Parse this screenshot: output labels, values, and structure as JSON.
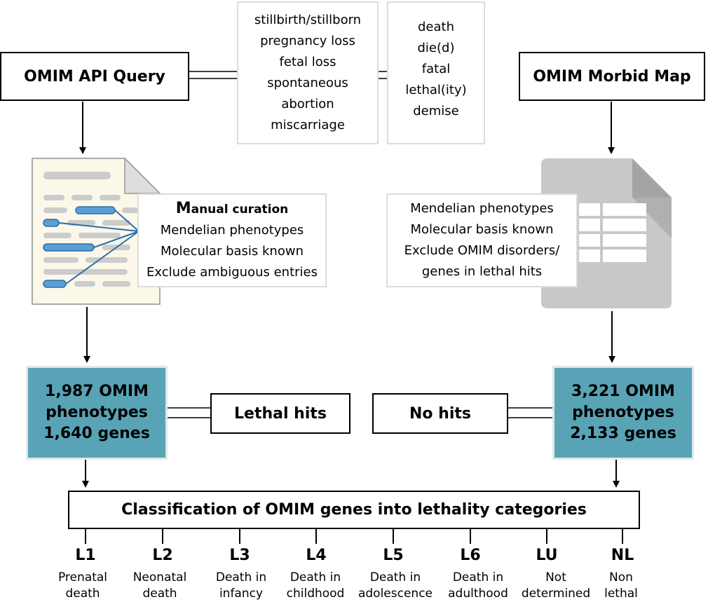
{
  "query_box": {
    "label": "OMIM API Query"
  },
  "morbid_box": {
    "label": "OMIM Morbid Map"
  },
  "keywords_left": [
    "stillbirth/stillborn",
    "pregnancy loss",
    "fetal loss",
    "spontaneous",
    "abortion",
    "miscarriage"
  ],
  "keywords_right": [
    "death",
    "die(d)",
    "fatal",
    "lethal(ity)",
    "demise"
  ],
  "manual_curation": {
    "title_initial": "M",
    "title_rest": "anual curation",
    "lines": [
      "Mendelian phenotypes",
      "Molecular basis known",
      "Exclude ambiguous entries"
    ]
  },
  "morbid_filter": {
    "lines": [
      "Mendelian phenotypes",
      "Molecular basis known",
      "Exclude OMIM disorders/",
      "genes in lethal hits"
    ]
  },
  "left_result": {
    "lines": [
      "1,987 OMIM",
      "phenotypes",
      "1,640 genes"
    ]
  },
  "right_result": {
    "lines": [
      "3,221 OMIM",
      "phenotypes",
      "2,133 genes"
    ]
  },
  "lethal_hits": {
    "label": "Lethal hits"
  },
  "no_hits": {
    "label": "No hits"
  },
  "classification": {
    "label": "Classification of OMIM genes into lethality categories"
  },
  "categories": [
    {
      "code": "L1",
      "line1": "Prenatal",
      "line2": "death"
    },
    {
      "code": "L2",
      "line1": "Neonatal",
      "line2": "death"
    },
    {
      "code": "L3",
      "line1": "Death in",
      "line2": "infancy"
    },
    {
      "code": "L4",
      "line1": "Death in",
      "line2": "childhood"
    },
    {
      "code": "L5",
      "line1": "Death in",
      "line2": "adolescence"
    },
    {
      "code": "L6",
      "line1": "Death in",
      "line2": "adulthood"
    },
    {
      "code": "LU",
      "line1": "Not",
      "line2": "determined"
    },
    {
      "code": "NL",
      "line1": "Non",
      "line2": "lethal"
    }
  ],
  "colors": {
    "teal": "#58a4b6",
    "highlight": "#4a90c8",
    "document_bg": "#fbf8ea",
    "spreadsheet": "#c8c8c8"
  },
  "icons": {
    "left": "document-icon",
    "right": "spreadsheet-icon"
  }
}
